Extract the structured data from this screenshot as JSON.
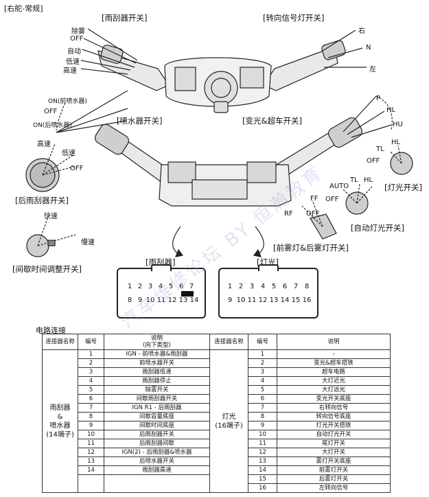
{
  "header": {
    "mode": "[右舵-常规]"
  },
  "wiper_switch": {
    "title": "[雨刮器开关]",
    "positions": [
      "除雾",
      "OFF",
      "自动",
      "低速",
      "高速"
    ]
  },
  "turn_switch": {
    "title": "[转向信号灯开关]",
    "positions": [
      "右",
      "N",
      "左"
    ]
  },
  "washer_switch": {
    "title": "[喷水器开关]",
    "positions": [
      "ON(前喷水器)",
      "OFF",
      "ON(后喷水器)"
    ]
  },
  "dimmer_switch": {
    "title": "[变光&超车开关]",
    "positions": [
      "P",
      "HL",
      "HU"
    ]
  },
  "rear_wiper_switch": {
    "title": "[后雨刮器开关]",
    "positions": [
      "高速",
      "低速",
      "OFF"
    ]
  },
  "light_switch": {
    "title": "[灯光开关]",
    "positions": [
      "TL",
      "HL",
      "OFF"
    ]
  },
  "auto_light_switch": {
    "title": "[自动灯光开关]",
    "positions": [
      "AUTO",
      "TL",
      "HL",
      "OFF"
    ]
  },
  "fog_switch": {
    "title": "[前雾灯&后雾灯开关]",
    "positions": [
      "FF",
      "RF",
      "OFF"
    ]
  },
  "intermittent_switch": {
    "title": "[间歇时间调整开关]",
    "positions": [
      "快速",
      "慢速"
    ]
  },
  "wiper_connector": {
    "title": "[雨刮器]",
    "row1": [
      "1",
      "2",
      "3",
      "4",
      "5",
      "6",
      "7"
    ],
    "row2": [
      "8",
      "9",
      "10",
      "11",
      "12",
      "13",
      "14"
    ]
  },
  "light_connector": {
    "title": "[灯光]",
    "row1": [
      "1",
      "2",
      "3",
      "4",
      "5",
      "6",
      "7",
      "8"
    ],
    "row2": [
      "9",
      "10",
      "11",
      "12",
      "13",
      "14",
      "15",
      "16"
    ]
  },
  "watermark": "汽车维修论坛 BY 恒瀚教育",
  "circuit": {
    "title": "电路连接",
    "headers": {
      "connector": "连接器名称",
      "number": "编号",
      "description": "说明",
      "description_sub": "(向下类型)"
    },
    "left_connector_name": [
      "雨刮器",
      "&",
      "喷水器",
      "(14端子)"
    ],
    "right_connector_name": [
      "灯光",
      "(16端子)"
    ],
    "left_rows": [
      {
        "no": "1",
        "desc": "IGN - 前喷水器&雨刮器"
      },
      {
        "no": "2",
        "desc": "前喷水器开关"
      },
      {
        "no": "3",
        "desc": "雨刮器低速"
      },
      {
        "no": "4",
        "desc": "雨刮器停止"
      },
      {
        "no": "5",
        "desc": "除雾开关"
      },
      {
        "no": "6",
        "desc": "间歇雨刮器开关"
      },
      {
        "no": "7",
        "desc": "IGN R1 - 后雨刮器"
      },
      {
        "no": "8",
        "desc": "间歇容量底座"
      },
      {
        "no": "9",
        "desc": "间歇时间底座"
      },
      {
        "no": "10",
        "desc": "后雨刮器开关"
      },
      {
        "no": "11",
        "desc": "后雨刮器间歇"
      },
      {
        "no": "12",
        "desc": "IGN(2) - 后雨刮器&喷水器"
      },
      {
        "no": "13",
        "desc": "后喷水器开关"
      },
      {
        "no": "14",
        "desc": "雨刮器高速"
      }
    ],
    "right_rows": [
      {
        "no": "1",
        "desc": "-"
      },
      {
        "no": "2",
        "desc": "变光&超车搭铁"
      },
      {
        "no": "3",
        "desc": "超车电路"
      },
      {
        "no": "4",
        "desc": "大灯近光"
      },
      {
        "no": "5",
        "desc": "大灯远光"
      },
      {
        "no": "6",
        "desc": "变光开关底座"
      },
      {
        "no": "7",
        "desc": "右转向信号"
      },
      {
        "no": "8",
        "desc": "转向信号底座"
      },
      {
        "no": "9",
        "desc": "灯光开关搭铁"
      },
      {
        "no": "10",
        "desc": "自动灯光开关"
      },
      {
        "no": "11",
        "desc": "尾灯开关"
      },
      {
        "no": "12",
        "desc": "大灯开关"
      },
      {
        "no": "13",
        "desc": "雾灯开关底座"
      },
      {
        "no": "14",
        "desc": "前雾灯开关"
      },
      {
        "no": "15",
        "desc": "后雾灯开关"
      },
      {
        "no": "16",
        "desc": "左转向信号"
      }
    ]
  }
}
